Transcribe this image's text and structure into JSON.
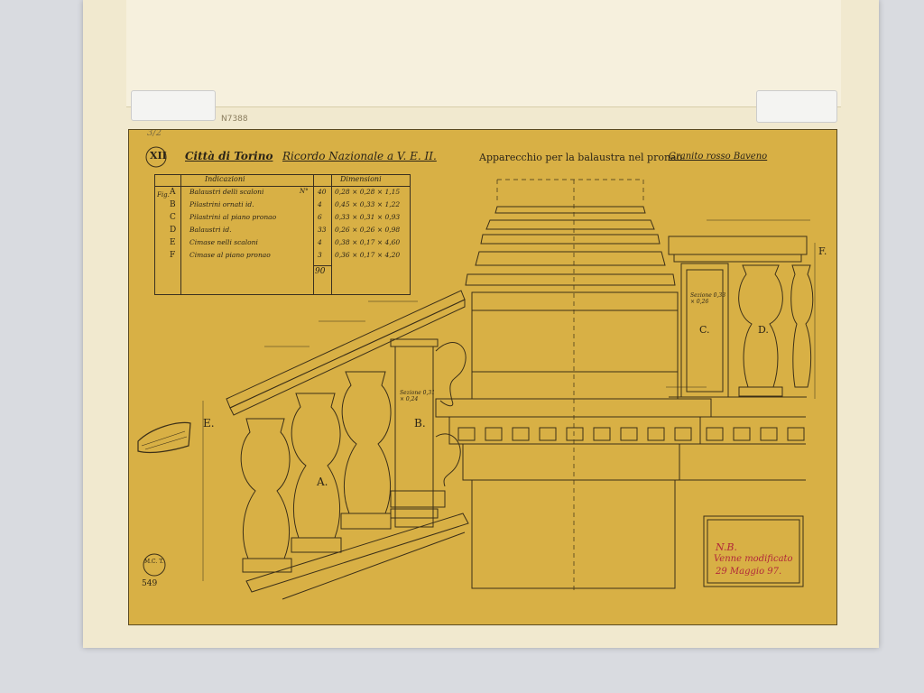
{
  "inventory": "N7388",
  "top_note": "3/2",
  "header": {
    "plate": "XII",
    "city": "Città di Torino",
    "subject": "Ricordo Nazionale a V. E. II.",
    "title": "Apparecchio per la balaustra nel pronao.",
    "note": "Granito rosso Baveno"
  },
  "table": {
    "col_indications": "Indicazioni",
    "col_dimensions": "Dimensioni",
    "col_fig": "Fig.",
    "col_n": "N°",
    "rows": [
      {
        "fig": "A",
        "desc": "Balaustri delli scaloni",
        "n": "40",
        "dims": "0,28 × 0,28 × 1,15"
      },
      {
        "fig": "B",
        "desc": "Pilastrini ornati id.",
        "n": "4",
        "dims": "0,45 × 0,33 × 1,22"
      },
      {
        "fig": "C",
        "desc": "Pilastrini al piano pronao",
        "n": "6",
        "dims": "0,33 × 0,31 × 0,93"
      },
      {
        "fig": "D",
        "desc": "Balaustri id.",
        "n": "33",
        "dims": "0,26 × 0,26 × 0,98"
      },
      {
        "fig": "E",
        "desc": "Cimase nelli scaloni",
        "n": "4",
        "dims": "0,38 × 0,17 × 4,60"
      },
      {
        "fig": "F",
        "desc": "Cimase al piano pronao",
        "n": "3",
        "dims": "0,36 × 0,17 × 4,20"
      }
    ],
    "total": "90"
  },
  "labels": {
    "A": "A.",
    "B": "B.",
    "C": "C.",
    "D": "D.",
    "E": "E.",
    "F": "F.",
    "sezione_b": "Sezione 0,31 × 0,24",
    "sezione_c": "Sezione 0,33 × 0,26"
  },
  "stamp": {
    "mark": "M.C. T.",
    "number": "549"
  },
  "red_note": {
    "line1": "N.B.",
    "line2": "Venne modificato",
    "line3": "29 Maggio 97."
  }
}
